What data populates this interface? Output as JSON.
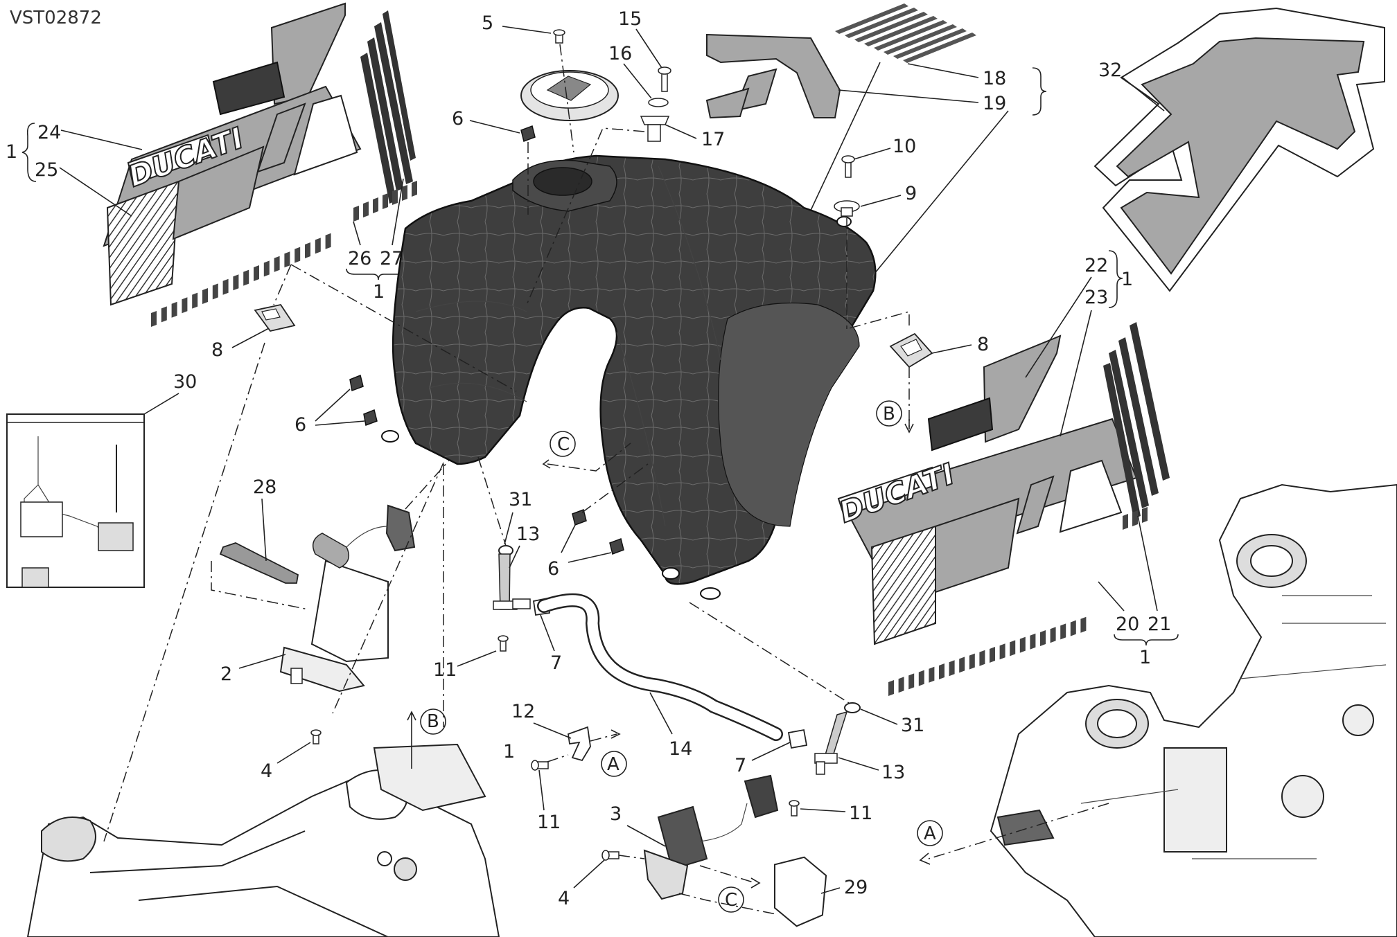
{
  "diagram": {
    "code": "VST02872",
    "callouts": {
      "c1a": "1",
      "c24": "24",
      "c25": "25",
      "c26": "26",
      "c27": "27",
      "c1b": "1",
      "c5": "5",
      "c6a": "6",
      "c15": "15",
      "c16": "16",
      "c17": "17",
      "c18": "18",
      "c19": "19",
      "c32": "32",
      "c10": "10",
      "c9": "9",
      "c22": "22",
      "c23": "23",
      "c1c": "1",
      "c8a": "8",
      "c8b": "8",
      "c30": "30",
      "c6b": "6",
      "c28": "28",
      "c31a": "31",
      "c13a": "13",
      "c6c": "6",
      "c2": "2",
      "c11a": "11",
      "c7a": "7",
      "c20": "20",
      "c21": "21",
      "c1d": "1",
      "c4a": "4",
      "c12": "12",
      "c1e": "1",
      "c14": "14",
      "c31b": "31",
      "c7b": "7",
      "c13b": "13",
      "c11b": "11",
      "c11c": "11",
      "c3": "3",
      "c4b": "4",
      "c29": "29"
    },
    "refs": {
      "rB1": "B",
      "rC1": "C",
      "rB2": "B",
      "rA1": "A",
      "rA2": "A",
      "rC2": "C"
    },
    "decal_text": "DUCATI"
  }
}
